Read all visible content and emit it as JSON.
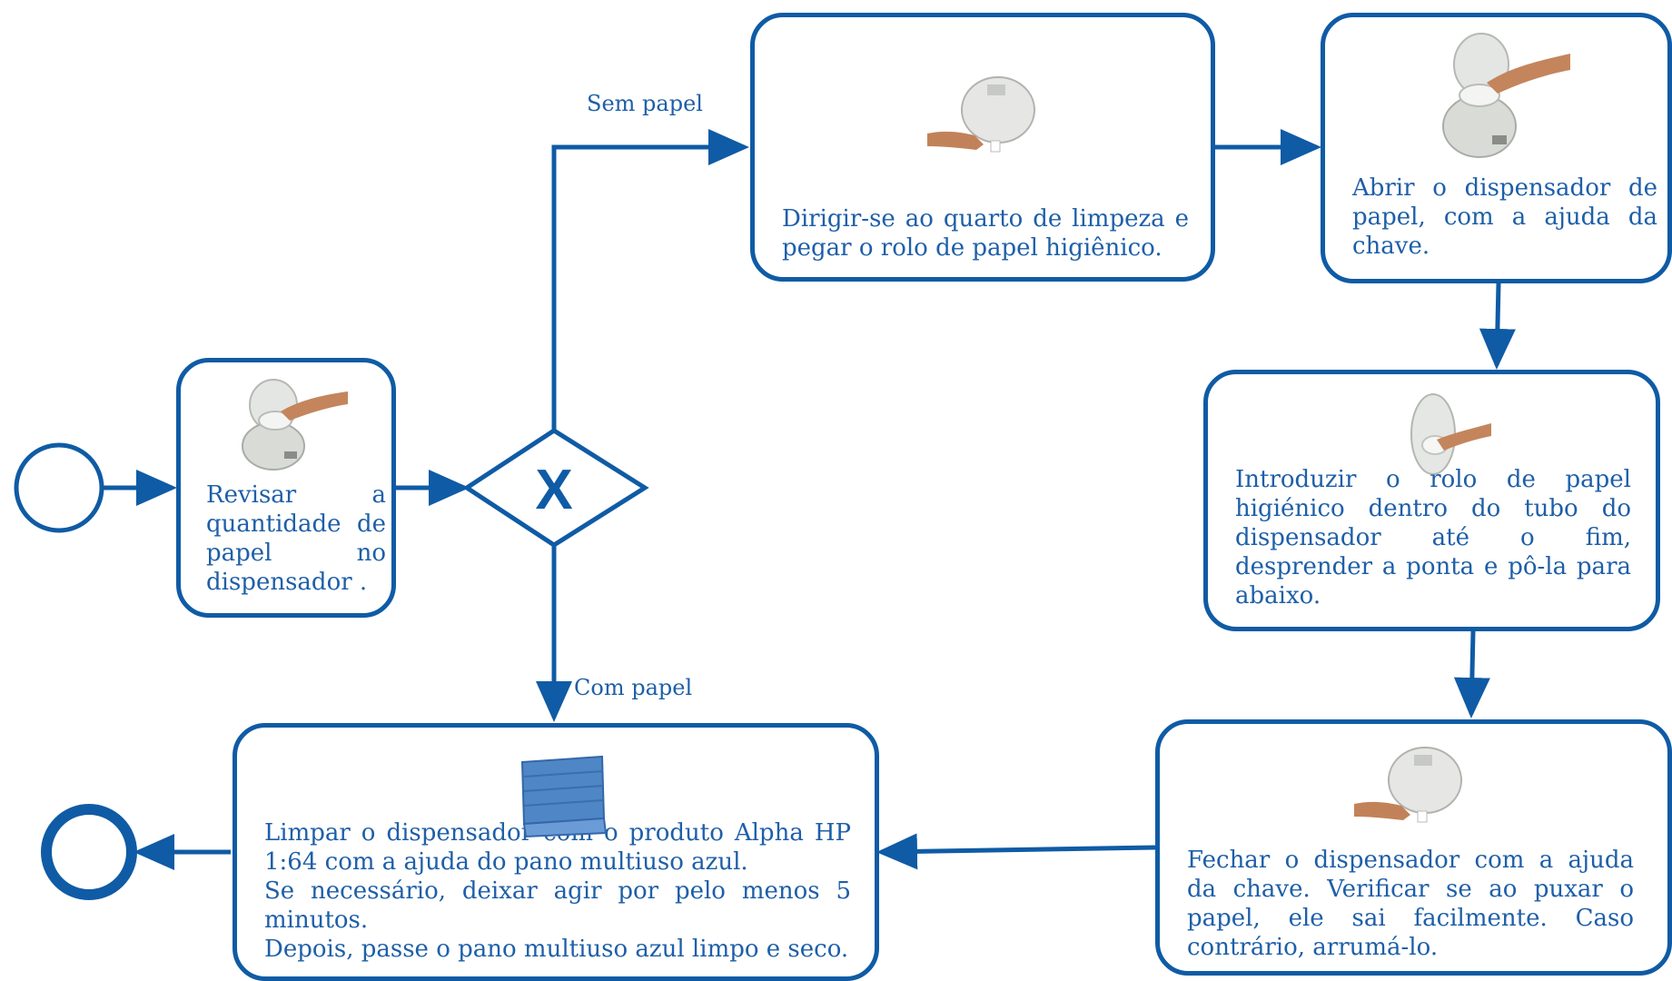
{
  "nodes": {
    "check": "Revisar a quantidade de papel no dispensador .",
    "fetch": "Dirigir-se ao quarto de limpeza e pegar o rolo de papel higiênico.",
    "open": "Abrir o dispensador  de papel, com a ajuda da chave.",
    "insert": "Introduzir o rolo de papel higiénico dentro do tubo do dispensador até o fim, desprender a ponta e pô-la para abaixo.",
    "close": "Fechar o dispensador  com a ajuda da chave. Verificar se ao puxar o papel, ele sai facilmente. Caso contrário, arrumá-lo.",
    "clean": {
      "line1": "Limpar o dispensador com o produto Alpha HP 1:64 com a ajuda do pano multiuso azul.",
      "line2": "Se necessário, deixar agir por pelo menos 5 minutos.",
      "line3": "Depois, passe o pano multiuso azul limpo e seco."
    }
  },
  "gateway": {
    "symbol": "X"
  },
  "edges": {
    "no_paper": "Sem papel",
    "with_paper": "Com papel"
  },
  "colors": {
    "stroke": "#0f5ba5",
    "text": "#1e5fa8"
  }
}
